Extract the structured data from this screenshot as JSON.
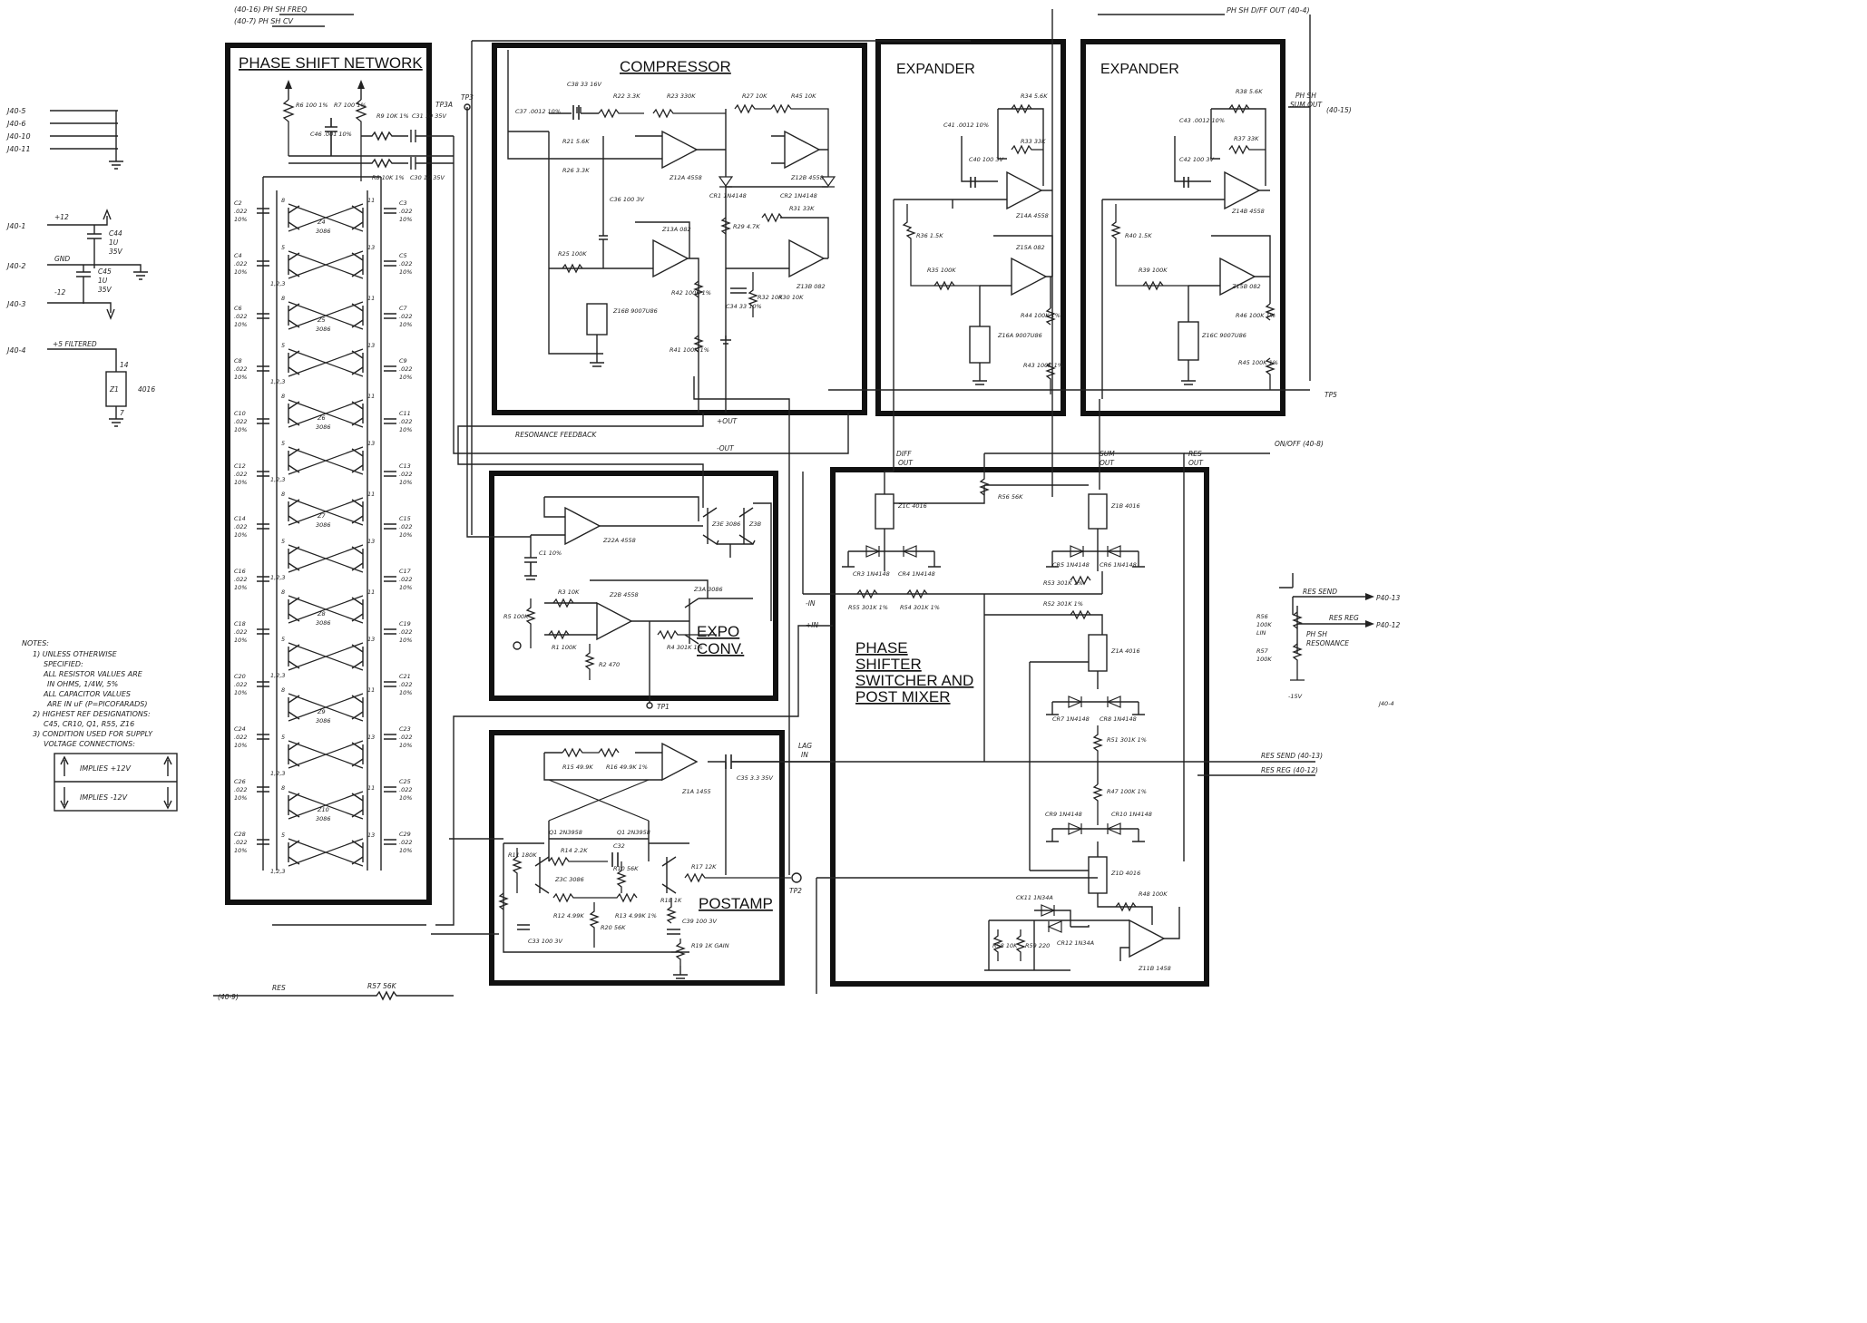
{
  "blocks": {
    "phase_shift": "PHASE SHIFT NETWORK",
    "compressor": "COMPRESSOR",
    "expander_1": "EXPANDER",
    "expander_2": "EXPANDER",
    "expo": [
      "EXPO",
      "CONV."
    ],
    "postamp": "POSTAMP",
    "mixer": [
      "PHASE",
      "SHIFTER",
      "SWITCHER AND",
      "POST MIXER"
    ]
  },
  "top_signals": [
    "(40-16) PH SH FREQ",
    "(40-7) PH SH CV",
    "PH SH D/FF OUT (40-4)"
  ],
  "left_inputs": [
    "J40-5",
    "J40-6",
    "J40-10",
    "J40-11"
  ],
  "power": {
    "plus": "J40-1",
    "plus_v": "+12",
    "gnd": "J40-2",
    "gnd_label": "GND",
    "minus": "J40-3",
    "minus_v": "-12",
    "filtered": "J40-4",
    "filtered_label": "+5 FILTERED",
    "c44": [
      "C44",
      "1U",
      "35V"
    ],
    "c45": [
      "C45",
      "1U",
      "35V"
    ],
    "z1": [
      "Z1",
      "4016",
      "14",
      "7"
    ]
  },
  "notes": {
    "heading": "NOTES:",
    "lines": [
      "1) UNLESS OTHERWISE",
      "SPECIFIED:",
      "ALL RESISTOR VALUES ARE",
      "IN OHMS, 1/4W, 5%",
      "ALL CAPACITOR VALUES",
      "ARE IN uF (P=PICOFARADS)",
      "2) HIGHEST REF DESIGNATIONS:",
      "C45, CR10, Q1, R55, Z16",
      "3) CONDITION USED FOR SUPPLY",
      "VOLTAGE CONNECTIONS:"
    ],
    "legend_up": "IMPLIES +12V",
    "legend_down": "IMPLIES -12V"
  },
  "bus_labels": {
    "resonance_feedback": "RESONANCE FEEDBACK",
    "plus_out": "+OUT",
    "minus_out": "-OUT",
    "minus_in": "-IN",
    "plus_in": "+IN",
    "lag_in": [
      "LAG",
      "IN"
    ],
    "diff_out": [
      "DIFF",
      "OUT"
    ],
    "sum_out": [
      "SUM",
      "OUT"
    ],
    "res_out": [
      "RES",
      "OUT"
    ],
    "on_off": "ON/OFF (40-8)",
    "ph_sh_sum_out": [
      "PH SH",
      "SUM OUT",
      "(40-15)"
    ],
    "tp3a": "TP3A",
    "tp3": "TP3",
    "tp5": "TP5",
    "tp1": "TP1",
    "tp2": "TP2",
    "res_send": "RES SEND (40-13)",
    "res_reg": "RES REG (40-12)",
    "res_in": "RES",
    "j40_9": "(40-9)",
    "r57": "R57 56K"
  },
  "right_panel": {
    "res_send": "RES SEND",
    "p40_13": "P40-13",
    "res_reg": "RES REG",
    "p40_12": "P40-12",
    "r56": [
      "R56",
      "100K",
      "LIN"
    ],
    "r57": [
      "R57",
      "100K"
    ],
    "ph_sh_res": [
      "PH SH",
      "RESONANCE"
    ],
    "minus15": "-15V",
    "j40_4": "J40-4"
  },
  "phase_network": {
    "pairs": [
      {
        "name": "Z4",
        "part": "3086"
      },
      {
        "name": "Z5",
        "part": "3086"
      },
      {
        "name": "Z6",
        "part": "3086"
      },
      {
        "name": "Z7",
        "part": "3086"
      },
      {
        "name": "Z8",
        "part": "3086"
      },
      {
        "name": "Z9",
        "part": "3086"
      },
      {
        "name": "Z10",
        "part": "3086"
      }
    ],
    "left_caps": [
      "C2 .022 10%",
      "C4 .022 10%",
      "C6 .022 10%",
      "C8 .022 10%",
      "C10 .022 10%",
      "C12 .022 10%",
      "C14 .022 10%",
      "C16 .022 10%",
      "C18 .022 10%",
      "C20 .022 10%",
      "C24 .022 10%",
      "C26 .022 10%",
      "C28 .022 10%"
    ],
    "right_caps": [
      "C3 .022 10%",
      "C5 .022 10%",
      "C7 .022 10%",
      "C9 .022 10%",
      "C11 .022 10%",
      "C13 .022 10%",
      "C15 .022 10%",
      "C17 .022 10%",
      "C19 .022 10%",
      "C21 .022 10%",
      "C23 .022 10%",
      "C25 .022 10%",
      "C29 .022 10%"
    ],
    "top_parts": [
      "R6 100 1%",
      "R7 100 1%",
      "C46 .001 10%",
      "R9 10K 1%",
      "C31 10 35V",
      "R8 10K 1%",
      "C30 10 35V"
    ]
  },
  "compressor_parts": [
    "C38 33 16V",
    "R22 3.3K",
    "R23 330K",
    "R27 10K",
    "R45 10K",
    "C37 .0012 10%",
    "R21 5.6K",
    "R26 3.3K",
    "Z12A 4558",
    "Z12B 4558",
    "CR1 1N4148",
    "CR2 1N4148",
    "C36 100 3V",
    "R29 4.7K",
    "R31 33K",
    "R25 100K",
    "Z13A 082",
    "Z13B 082",
    "Z16B 9007U86",
    "R42 100K 1%",
    "R41 100K 1%",
    "C34 33 10%",
    "R32 10K",
    "R30 10K"
  ],
  "expander1_parts": [
    "R34 5.6K",
    "C41 .0012 10%",
    "R33 33K",
    "C40 100 3V",
    "Z14A 4558",
    "R36 1.5K",
    "R35 100K",
    "Z15A 082",
    "Z16A 9007U86",
    "R44 100K 1%",
    "R43 100K 1%"
  ],
  "expander2_parts": [
    "R38 5.6K",
    "C43 .0012 10%",
    "R37 33K",
    "C42 100 3V",
    "Z14B 4558",
    "R40 1.5K",
    "R39 100K",
    "Z15B 082",
    "Z16C 9007U86",
    "R46 100K 1%",
    "R45 100K 1%"
  ],
  "expo_parts": [
    "Z22A 4558",
    "C1 10%",
    "Z3E 3086",
    "Z3B",
    "R3 10K",
    "R5 100K",
    "R1 100K",
    "Z2B 4558",
    "Z3A 3086",
    "R2 470",
    "R4 301K 1%"
  ],
  "postamp_parts": [
    "R15 49.9K",
    "R16 49.9K 1%",
    "Z1A 1455",
    "C35 3.3 35V",
    "Q1 2N3958",
    "R11 180K",
    "R14 2.2K",
    "C32",
    "R10 56K",
    "Z3C 3086",
    "R12 4.99K",
    "R13 4.99K 1%",
    "R20 56K",
    "R18 1K",
    "R17 12K",
    "C33 100 3V",
    "R19 1K GAIN",
    "C39 100 3V"
  ],
  "mixer_parts": [
    "Z1C 4016",
    "R56 56K",
    "Z1B 4016",
    "CR3 1N4148",
    "CR4 1N4148",
    "CR5 1N4148",
    "CR6 1N4148",
    "R55 301K 1%",
    "R54 301K 1%",
    "R53 301K 1%",
    "R52 301K 1%",
    "Z1A 4016",
    "CR7 1N4148",
    "CR8 1N4148",
    "R51 301K 1%",
    "R47 100K 1%",
    "CR9 1N4148",
    "CR10 1N4148",
    "Z1D 4016",
    "R48 100K",
    "CK11 1N34A",
    "CR12 1N34A",
    "R58 10K",
    "R59 220",
    "Z11B 1458"
  ]
}
